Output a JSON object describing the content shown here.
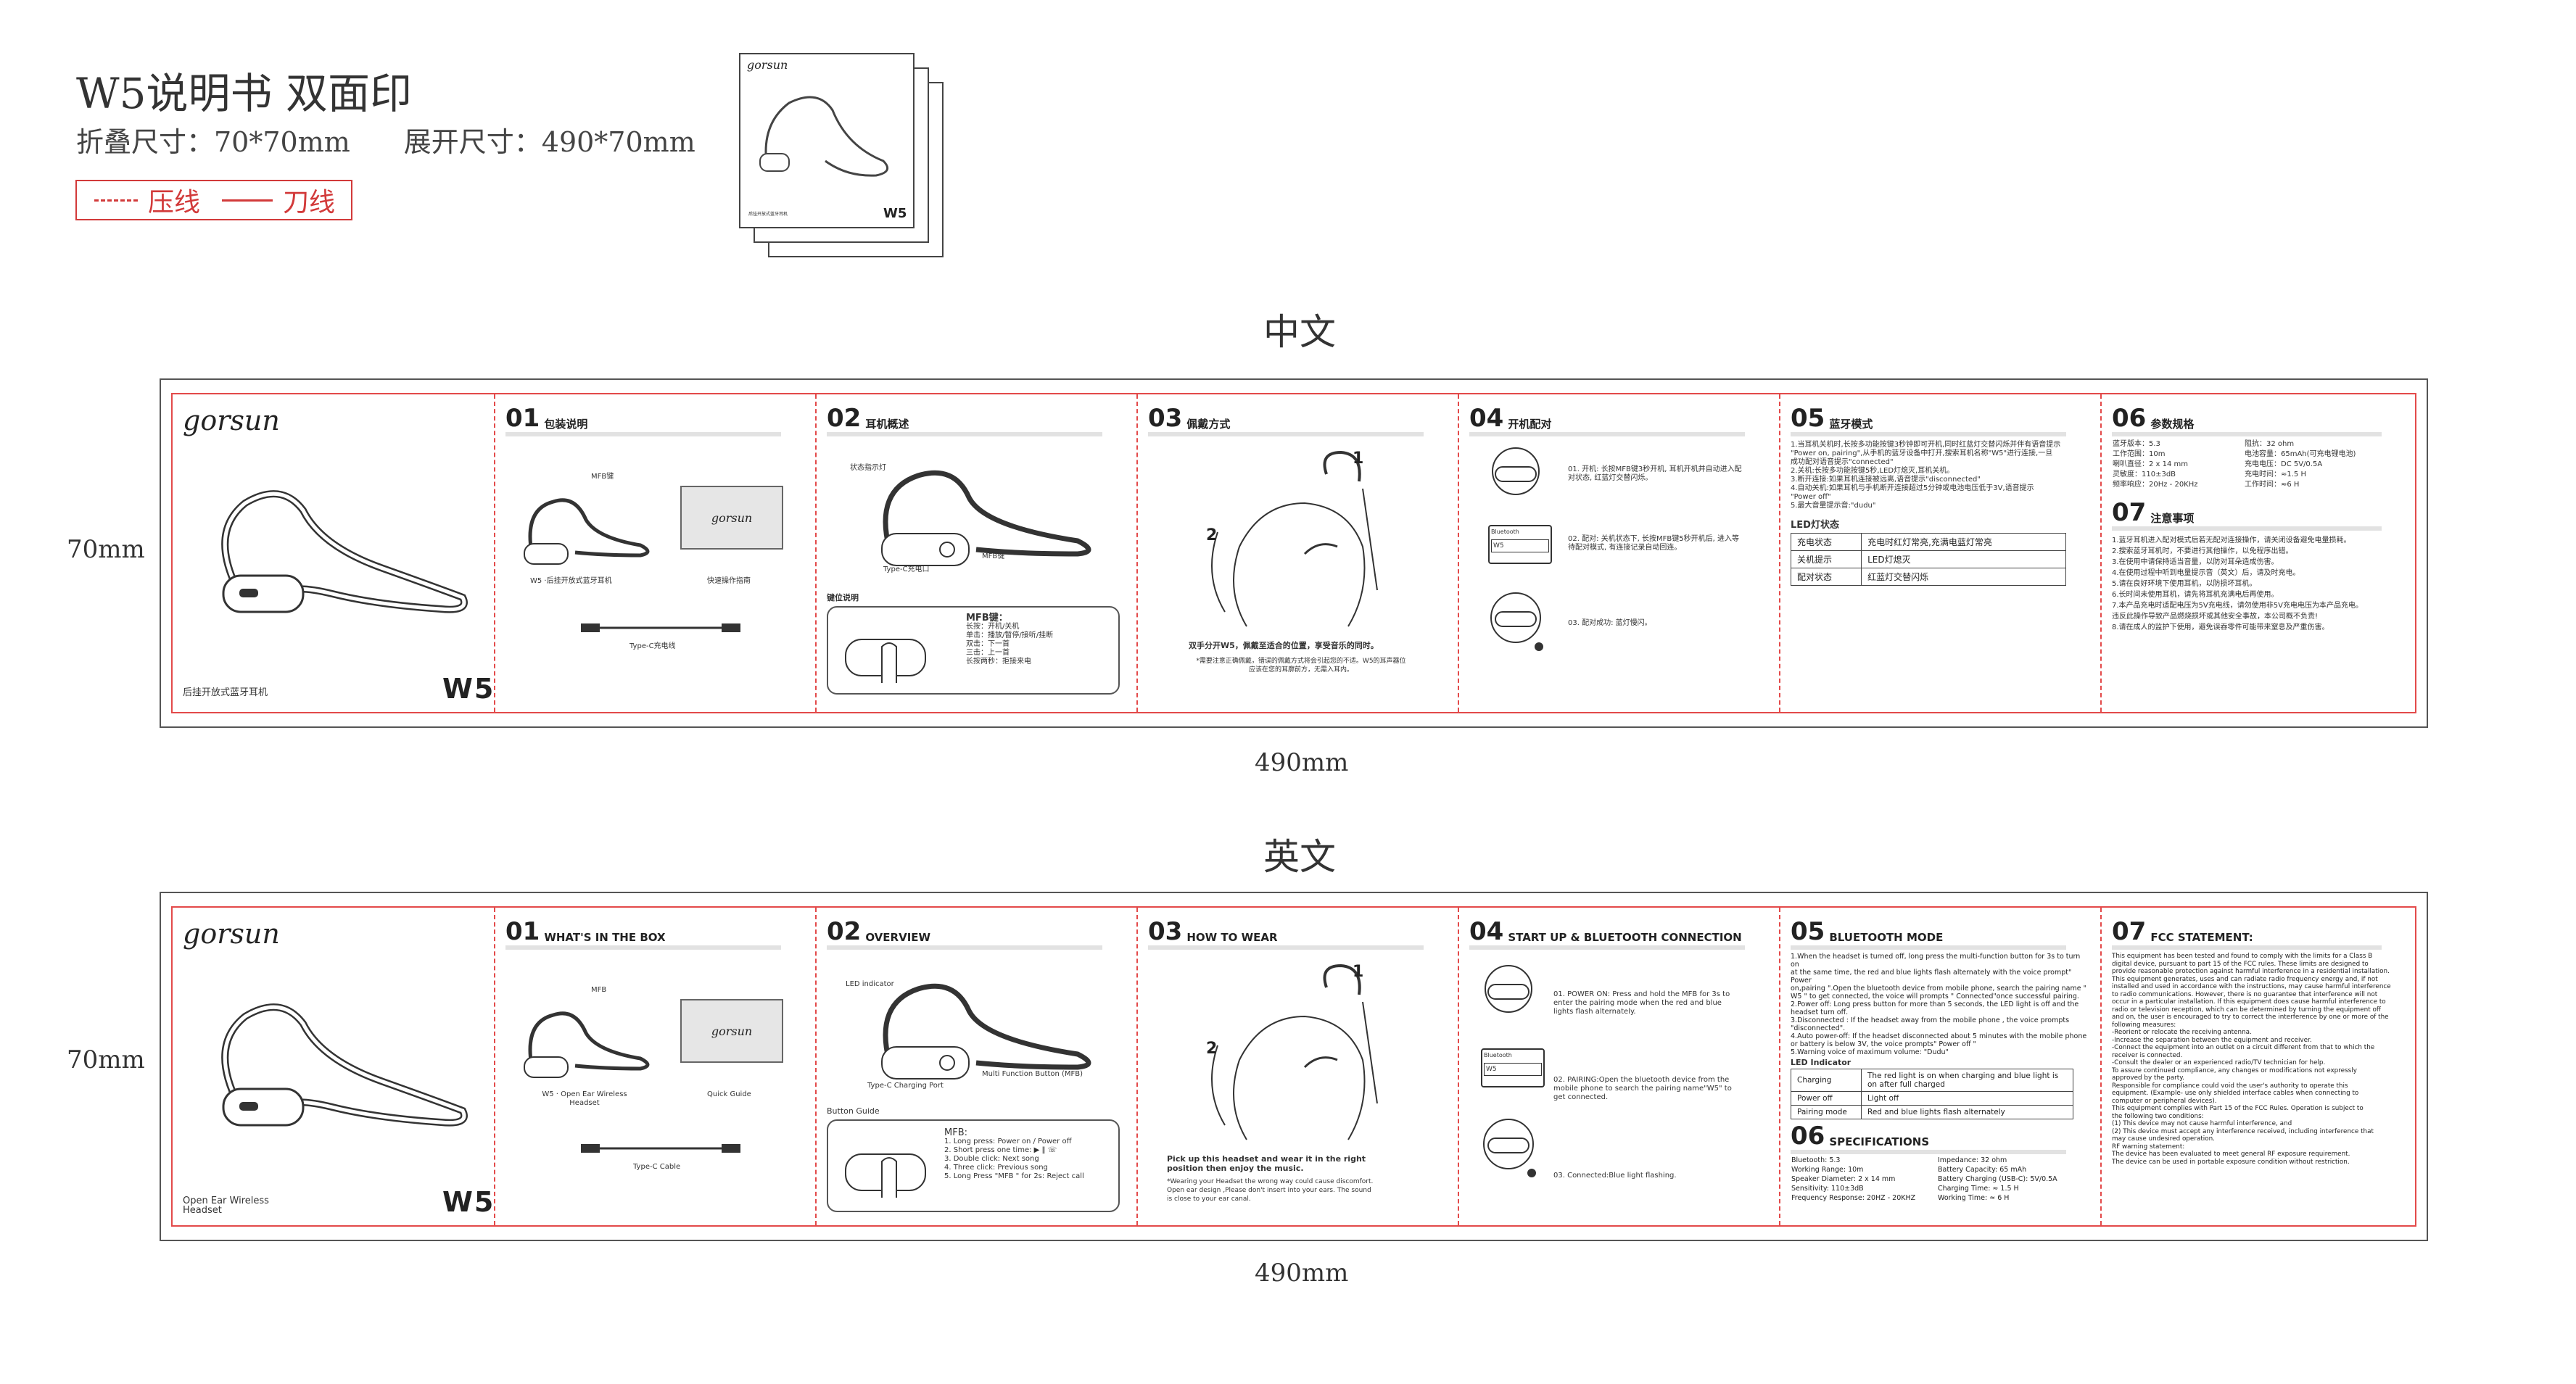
{
  "header": {
    "title": "W5说明书 双面印",
    "folded_size": "折叠尺寸：70*70mm",
    "unfolded_size": "展开尺寸：490*70mm",
    "legend_press": "压线",
    "legend_cut": "刀线"
  },
  "booklet_cover": {
    "brand": "gorsun",
    "model": "W5",
    "subtitle": "后挂开放式蓝牙耳机"
  },
  "colors": {
    "cut_line": "#d23a3a",
    "border": "#555555"
  },
  "dims": {
    "height": "70mm",
    "width": "490mm"
  },
  "sections": {
    "cn": {
      "title": "中文",
      "cover": {
        "brand": "gorsun",
        "model": "W5",
        "caption": "后挂开放式蓝牙耳机"
      },
      "p01": {
        "num": "01",
        "title": "包装说明",
        "mfb": "MFB键",
        "headset": "W5 ·后挂开放式蓝牙耳机",
        "guide_brand": "gorsun",
        "guide": "快速操作指南",
        "cable": "Type-C充电线"
      },
      "p02": {
        "num": "02",
        "title": "耳机概述",
        "led": "状态指示灯",
        "mfb": "MFB键",
        "port": "Type-C充电口",
        "guide_title": "键位说明",
        "mfb_head": "MFB键：",
        "lines": [
          "长按：开机/关机",
          "单击：播放/暂停/接听/挂断",
          "双击：下一首",
          "三击：上一首",
          "长按两秒：拒接来电"
        ]
      },
      "p03": {
        "num": "03",
        "title": "佩戴方式",
        "step1": "1",
        "step2": "2",
        "bold": "双手分开W5，佩戴至适合的位置，享受音乐的同时。",
        "note": "*需要注意正确佩戴，错误的佩戴方式将会引起您的不适。W5的耳声器位应该在您的耳廓前方，无需入耳内。"
      },
      "p04": {
        "num": "04",
        "title": "开机配对",
        "s1": "01. 开机: 长按MFB键3秒开机, 耳机开机并自动进入配对状态, 红蓝灯交替闪烁。",
        "s2": "02. 配对: 关机状态下, 长按MFB键5秒开机后, 进入等待配对模式, 有连接记录自动回连。",
        "s3": "03. 配对成功: 蓝灯慢闪。",
        "bt": "Bluetooth",
        "w5": "W5"
      },
      "p05": {
        "num": "05",
        "title": "蓝牙模式",
        "lines": [
          "1.当耳机关机时,长按多功能按键3秒钟即可开机,同时红蓝灯交替闪烁并伴有语音提示",
          "\"Power on, pairing\",从手机的蓝牙设备中打开,搜索耳机名称\"W5\"进行连接,一旦",
          "成功配对语音提示\"connected\"",
          "2.关机:长按多功能按键5秒,LED灯熄灭,耳机关机。",
          "3.断开连接:如果耳机连接被远离,语音提示\"disconnected\"",
          "4.自动关机:如果耳机与手机断开连接超过5分钟或电池电压低于3V,语音提示",
          "\"Power off\"",
          "5.最大音量提示音:\"dudu\""
        ],
        "led_title": "LED灯状态",
        "led_rows": [
          [
            "充电状态",
            "充电时红灯常亮,充满电蓝灯常亮"
          ],
          [
            "关机提示",
            "LED灯熄灭"
          ],
          [
            "配对状态",
            "红蓝灯交替闪烁"
          ]
        ]
      },
      "p06": {
        "num": "06",
        "title": "参数规格",
        "specs": [
          [
            "蓝牙版本：5.3",
            "阻抗：32 ohm"
          ],
          [
            "工作范围：10m",
            "电池容量：65mAh(可充电锂电池)"
          ],
          [
            "喇叭直径：2 x 14 mm",
            "充电电压：DC 5V/0.5A"
          ],
          [
            "灵敏度：110±3dB",
            "充电时间：≈1.5 H"
          ],
          [
            "频率响应：20Hz - 20KHz",
            "工作时间：≈6 H"
          ]
        ]
      },
      "p07": {
        "num": "07",
        "title": "注意事项",
        "lines": [
          "1.蓝牙耳机进入配对模式后若无配对连接操作，请关闭设备避免电量损耗。",
          "2.搜索蓝牙耳机时，不要进行其他操作，以免程序出错。",
          "3.在使用中请保持适当音量，以防对耳朵造成伤害。",
          "4.在使用过程中听到电量提示音（英文）后，请及时充电。",
          "5.请在良好环境下使用耳机，以防损坏耳机。",
          "6.长时间未使用耳机，请先将耳机充满电后再使用。",
          "7.本产品充电时适配电压为5V充电线，请勿使用非5V充电电压为本产品充电。",
          "违反此操作导致产品燃烧损坏或其他安全事故，本公司概不负责!",
          "8.请在成人的监护下使用，避免误吞零件可能带来窒息及严重伤害。"
        ]
      }
    },
    "en": {
      "title": "英文",
      "cover": {
        "brand": "gorsun",
        "model": "W5",
        "caption": "Open Ear Wireless Headset"
      },
      "p01": {
        "num": "01",
        "title": "WHAT'S IN THE BOX",
        "mfb": "MFB",
        "headset": "W5 · Open Ear Wireless Headset",
        "guide_brand": "gorsun",
        "guide": "Quick Guide",
        "cable": "Type-C Cable"
      },
      "p02": {
        "num": "02",
        "title": "OVERVIEW",
        "led": "LED indicator",
        "mfb": "Multi Function Button (MFB)",
        "port": "Type-C Charging Port",
        "guide_title": "Button Guide",
        "mfb_head": "MFB:",
        "lines": [
          "1. Long press: Power on / Power off",
          "2. Short press one time: ▶ ‖ ☏",
          "3. Double click: Next song",
          "4. Three click: Previous song",
          "5. Long Press \"MFB \" for 2s: Reject call"
        ]
      },
      "p03": {
        "num": "03",
        "title": "HOW TO WEAR",
        "step1": "1",
        "step2": "2",
        "bold": "Pick up this headset and wear it in the right position then enjoy the music.",
        "note": "*Wearing your Headset the wrong way could cause discomfort. Open ear design ,Please don't insert into your ears. The sound is close to your ear canal."
      },
      "p04": {
        "num": "04",
        "title": "START UP & BLUETOOTH CONNECTION",
        "s1": "01. POWER ON: Press and hold the MFB for 3s to enter the pairing mode when the red and blue lights flash alternately.",
        "s2": "02. PAIRING:Open the bluetooth device from the mobile phone to search the pairing name\"W5\" to get connected.",
        "s3": "03. Connected:Blue light flashing.",
        "bt": "Bluetooth",
        "w5": "W5"
      },
      "p05": {
        "num": "05",
        "title": "BLUETOOTH MODE",
        "lines": [
          "1.When the headset is turned off, long press the multi-function button for 3s to turn on",
          "at the same time, the red and blue lights flash alternately with the voice prompt\" Power",
          "on,pairing \".Open the bluetooth device from mobile phone, search the pairing name \"",
          "W5 \" to get connected, the voice will prompts \" Connected\"once successful pairing.",
          "2.Power off: Long press button for more than 5 seconds, the LED light is off and the",
          "headset turn off.",
          "3.Disconnected : If the headset away from the mobile phone , the voice  prompts",
          "\"disconnected\".",
          "4.Auto power-off: If the headset disconnected about 5 minutes with the mobile phone",
          "or battery is below 3V, the voice prompts\" Power off \"",
          "5.Warning voice of maximum volume: \"Dudu\""
        ],
        "led_title": "LED Indicator",
        "led_rows": [
          [
            "Charging",
            "The red light is on when charging and blue light is on after full charged"
          ],
          [
            "Power off",
            "Light off"
          ],
          [
            "Pairing mode",
            "Red and blue lights flash alternately"
          ]
        ],
        "spec_num": "06",
        "spec_title": "SPECIFICATIONS",
        "specs": [
          [
            "Bluetooth: 5.3",
            "Impedance: 32 ohm"
          ],
          [
            "Working Range: 10m",
            "Battery Capacity: 65 mAh"
          ],
          [
            "Speaker Diameter: 2 x 14 mm",
            "Battery Charging (USB-C): 5V/0.5A"
          ],
          [
            "Sensitivity: 110±3dB",
            "Charging Time: ≈ 1.5 H"
          ],
          [
            "Frequency Response: 20HZ - 20KHZ",
            "Working Time: ≈ 6 H"
          ]
        ]
      },
      "p07": {
        "num": "07",
        "title": "FCC STATEMENT:",
        "lines": [
          "This equipment has been tested and found to comply with the limits for a Class B",
          "digital device, pursuant to part 15 of the FCC rules. These limits are designed to",
          "provide reasonable protection against harmful interference in a residential installation.",
          "This equipment generates, uses and can radiate radio frequency energy and, if not",
          "installed and used in accordance with the instructions, may cause harmful interference",
          "to radio communications. However, there is no guarantee that interference will not",
          "occur in a particular installation. If this equipment does cause harmful interference to",
          "radio or television reception, which can be determined by turning the equipment off",
          "and on, the user is encouraged to try to correct the interference by one or more of the",
          "following measures:",
          "-Reorient or relocate the receiving antenna.",
          "-Increase the separation between the equipment and receiver.",
          "-Connect the equipment into an outlet on a circuit different from that to which the",
          "receiver is connected.",
          "-Consult the dealer or an experienced radio/TV technician for help.",
          "To assure continued compliance, any changes or modifications not expressly",
          "approved by the party.",
          "Responsible for compliance could void the user's authority to operate this",
          "equipment. (Example- use only shielded interface cables when connecting to",
          "computer or peripheral devices).",
          "This equipment complies with Part 15 of the FCC Rules. Operation is subject to",
          "the following two conditions:",
          "(1) This device may not cause harmful interference, and",
          "(2) This device must accept any interference received, including interference that",
          "may cause undesired operation.",
          "RF warning statement:",
          "The device has been evaluated to meet general RF exposure requirement.",
          "The device can be used in portable exposure condition without restriction."
        ]
      }
    }
  }
}
